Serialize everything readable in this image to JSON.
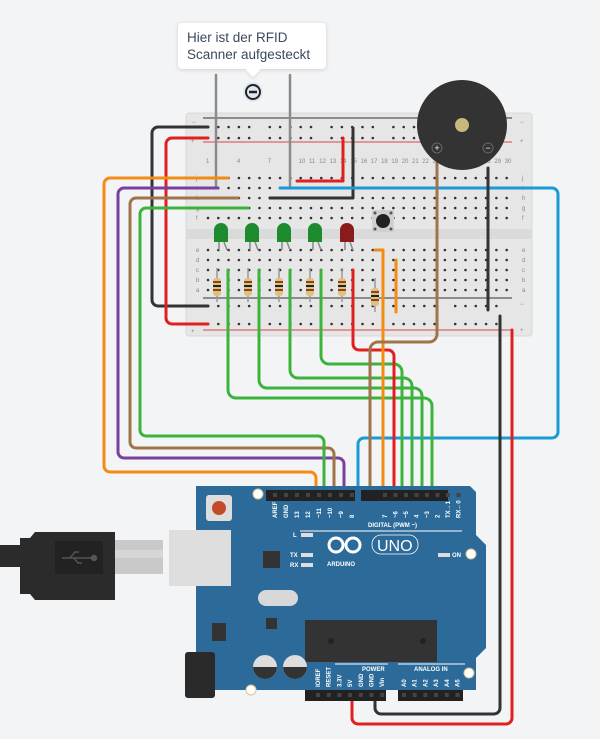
{
  "tooltip": {
    "line1": "Hier ist der RFID",
    "line2": "Scanner aufgesteckt",
    "icon": "minus-circle-icon"
  },
  "breadboard": {
    "rail_minus": "−",
    "rail_plus": "+",
    "row_labels_top": [
      "j",
      "i",
      "h",
      "g",
      "f"
    ],
    "row_labels_bottom": [
      "e",
      "d",
      "c",
      "b",
      "a"
    ],
    "columns": 30
  },
  "components": {
    "leds": [
      {
        "color": "green",
        "hex": "#1e8a2e"
      },
      {
        "color": "green",
        "hex": "#1e8a2e"
      },
      {
        "color": "green",
        "hex": "#1e8a2e"
      },
      {
        "color": "green",
        "hex": "#1e8a2e"
      },
      {
        "color": "red",
        "hex": "#8b1a1a"
      }
    ],
    "resistors": 6,
    "pushbutton": "pushbutton",
    "buzzer": {
      "plus": "+",
      "minus": "−"
    }
  },
  "arduino": {
    "logo_text": "ARDUINO",
    "model": "UNO",
    "digital_label": "DIGITAL (PWM ~)",
    "power_label": "POWER",
    "analog_label": "ANALOG IN",
    "led_l": "L",
    "led_tx": "TX",
    "led_rx": "RX",
    "led_on": "ON",
    "digital_pins": [
      "AREF",
      "GND",
      "13",
      "12",
      "~11",
      "~10",
      "~9",
      "8",
      "7",
      "~6",
      "~5",
      "4",
      "~3",
      "2",
      "TX→1",
      "RX←0"
    ],
    "power_pins": [
      "IOREF",
      "RESET",
      "3.3V",
      "5V",
      "GND",
      "GND",
      "Vin"
    ],
    "analog_pins": [
      "A0",
      "A1",
      "A2",
      "A3",
      "A4",
      "A5"
    ]
  },
  "colors": {
    "board_blue": "#2c6a99",
    "wire_orange": "#f28c13",
    "wire_purple": "#7b3fa0",
    "wire_brown": "#a0744a",
    "wire_green": "#3cb43c",
    "wire_blue": "#1a9ad6",
    "wire_red": "#e0201f",
    "wire_black": "#333333"
  }
}
